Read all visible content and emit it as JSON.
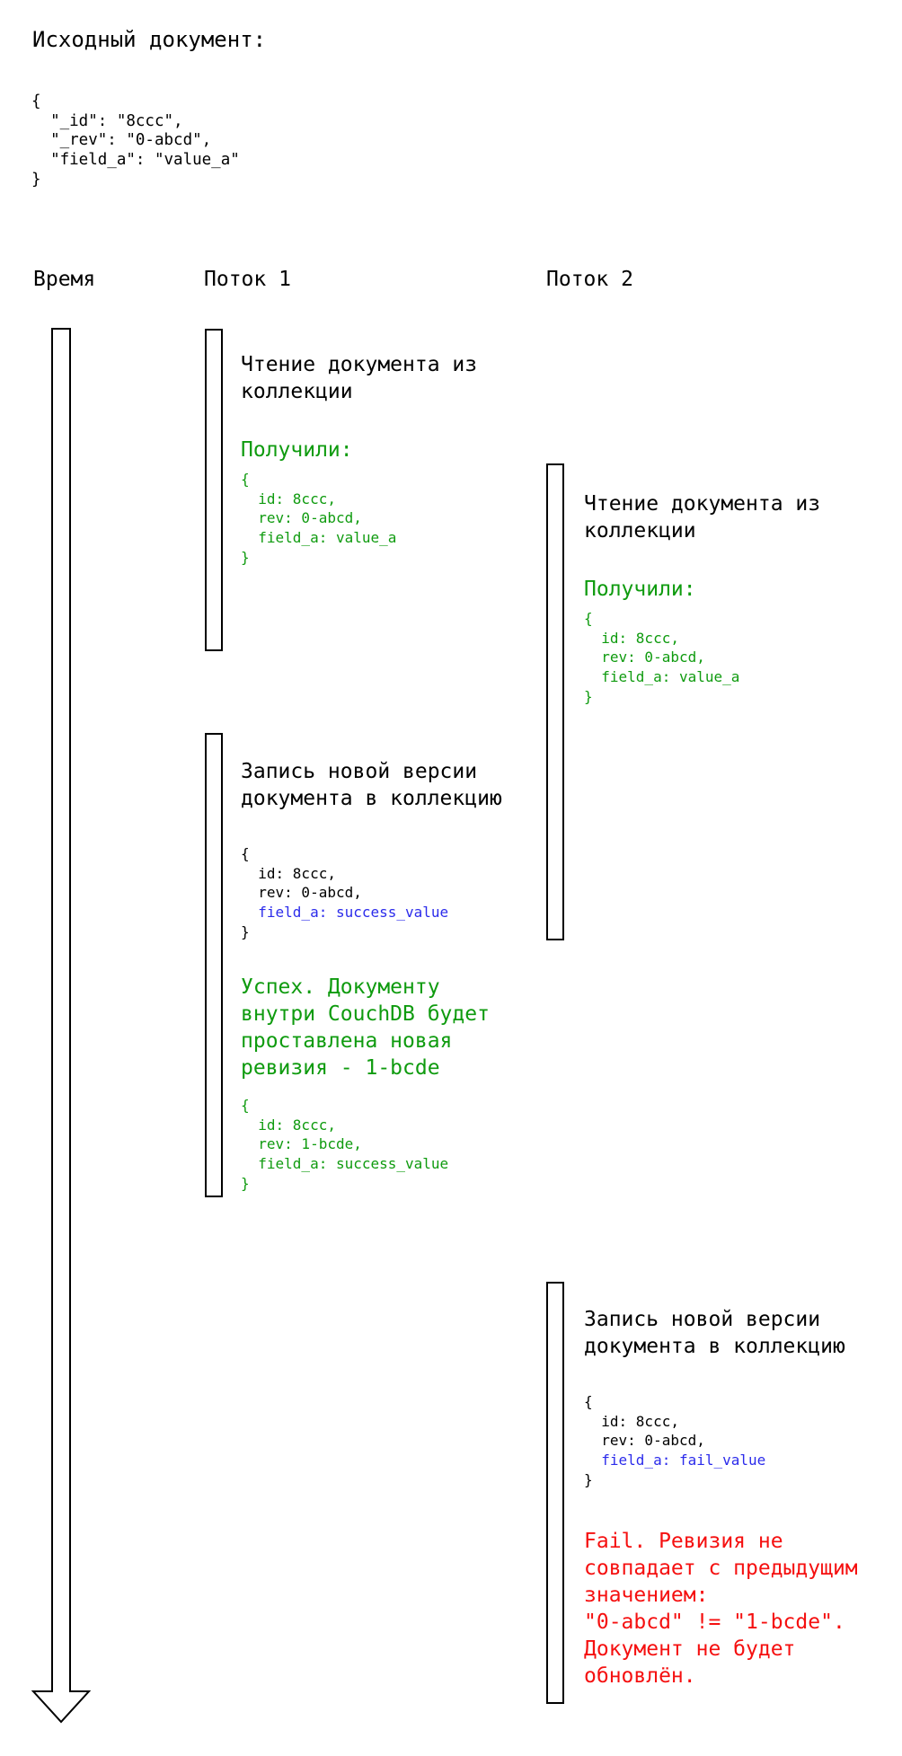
{
  "colors": {
    "black": "#000000",
    "green": "#0f9b0f",
    "blue": "#2b2beb",
    "red": "#f51010"
  },
  "header": {
    "title": "Исходный документ:",
    "source_code": [
      "{",
      "  \"_id\": \"8ccc\",",
      "  \"_rev\": \"0-abcd\",",
      "  \"field_a\": \"value_a\"",
      "}"
    ]
  },
  "columns": {
    "time": "Время",
    "thread1": "Поток 1",
    "thread2": "Поток 2"
  },
  "labels": {
    "read_action": "Чтение документа из\nколлекции",
    "write_action": "Запись новой версии\nдокумента в коллекцию",
    "received": "Получили:"
  },
  "thread1": {
    "read": {
      "result_code": [
        "{",
        "  id: 8ccc,",
        "  rev: 0-abcd,",
        "  field_a: value_a",
        "}"
      ]
    },
    "write": {
      "request_code": [
        "{",
        "  id: 8ccc,",
        "  rev: 0-abcd,",
        {
          "text": "  field_a: success_value",
          "tone": "blue"
        },
        "}"
      ],
      "success_note": "Успех. Документу\nвнутри CouchDB будет\nпроставлена новая\nревизия - 1-bcde",
      "result_code": [
        "{",
        "  id: 8ccc,",
        "  rev: 1-bcde,",
        "  field_a: success_value",
        "}"
      ]
    }
  },
  "thread2": {
    "read": {
      "result_code": [
        "{",
        "  id: 8ccc,",
        "  rev: 0-abcd,",
        "  field_a: value_a",
        "}"
      ]
    },
    "write": {
      "request_code": [
        "{",
        "  id: 8ccc,",
        "  rev: 0-abcd,",
        {
          "text": "  field_a: fail_value",
          "tone": "blue"
        },
        "}"
      ],
      "fail_note": "Fail. Ревизия не\nсовпадает с предыдущим\nзначением:\n\"0-abcd\" != \"1-bcde\".\nДокумент не будет\nобновлён."
    }
  }
}
